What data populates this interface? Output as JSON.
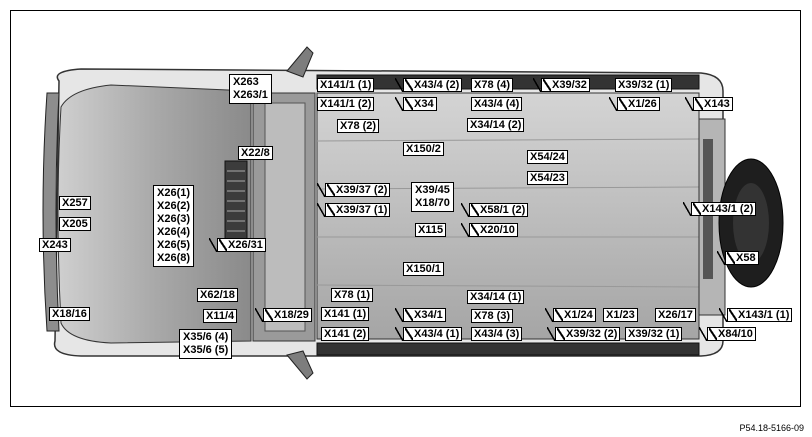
{
  "figure_code": "P54.18-5166-09",
  "labels": {
    "x263": "X263\nX263/1",
    "x141_1_1": "X141/1 (1)",
    "x43_4_2": "X43/4 (2)",
    "x78_4": "X78 (4)",
    "x39_32": "X39/32",
    "x39_32_1_top": "X39/32 (1)",
    "x141_1_2": "X141/1 (2)",
    "x34": "X34",
    "x43_4_4": "X43/4 (4)",
    "x1_26": "X1/26",
    "x143": "X143",
    "x78_2": "X78 (2)",
    "x34_14_2": "X34/14 (2)",
    "x22_8": "X22/8",
    "x150_2": "X150/2",
    "x54_24": "X54/24",
    "x54_23": "X54/23",
    "x257": "X257",
    "x26_group": "X26(1)\nX26(2)\nX26(3)\nX26(4)\nX26(5)\nX26(8)",
    "x39_37_2": "X39/37 (2)",
    "x39_45": "X39/45\nX18/70",
    "x58_1_2": "X58/1 (2)",
    "x143_1_2": "X143/1 (2)",
    "x205": "X205",
    "x39_37_1": "X39/37 (1)",
    "x115": "X115",
    "x20_10": "X20/10",
    "x243": "X243",
    "x26_31": "X26/31",
    "x58": "X58",
    "x150_1": "X150/1",
    "x62_18": "X62/18",
    "x78_1": "X78 (1)",
    "x34_14_1": "X34/14 (1)",
    "x18_16": "X18/16",
    "x11_4": "X11/4",
    "x18_29": "X18/29",
    "x141_1": "X141 (1)",
    "x34_1": "X34/1",
    "x78_3": "X78 (3)",
    "x1_24": "X1/24",
    "x1_23": "X1/23",
    "x26_17": "X26/17",
    "x143_1_1": "X143/1 (1)",
    "x35_6": "X35/6 (4)\nX35/6 (5)",
    "x141_2": "X141 (2)",
    "x43_4_1": "X43/4 (1)",
    "x43_4_3": "X43/4 (3)",
    "x39_32_2": "X39/32 (2)",
    "x39_32_1_bot": "X39/32 (1)",
    "x84_10": "X84/10"
  }
}
